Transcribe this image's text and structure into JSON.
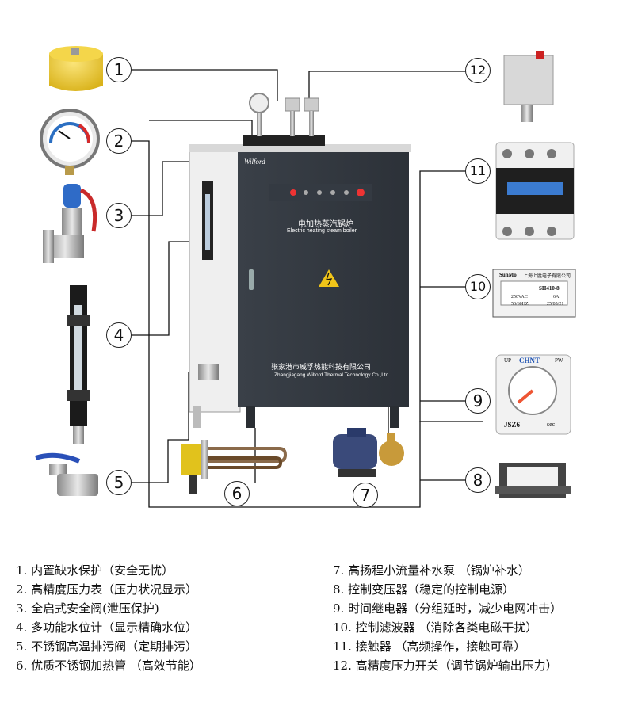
{
  "boiler": {
    "title_cn": "电加热蒸汽锅炉",
    "title_en": "Electric heating steam boiler",
    "company_cn": "张家港市威孚热能科技有限公司",
    "company_en": "Zhangjiagang Wilford Thermal Technology Co.,Ltd",
    "brand": "Wilford"
  },
  "callouts": [
    "1",
    "2",
    "3",
    "4",
    "5",
    "6",
    "7",
    "8",
    "9",
    "10",
    "11",
    "12"
  ],
  "device_labels": {
    "filter_brand": "SunMo",
    "filter_company": "上海上胜电子有限公司",
    "filter_model": "SH410-8",
    "filter_specs": [
      "250VAC",
      "6A",
      "50/60HZ",
      "25/05/21"
    ],
    "timer_brand": "CHNT",
    "timer_model": "JSZ6",
    "timer_unit": "sec",
    "timer_marks": [
      "UP",
      "PW"
    ]
  },
  "legend": {
    "left": [
      "1. 内置缺水保护（安全无忧）",
      "2. 高精度压力表（压力状况显示）",
      "3. 全启式安全阀(泄压保护)",
      "4. 多功能水位计（显示精确水位）",
      "5. 不锈钢高温排污阀（定期排污）",
      "6. 优质不锈钢加热管 （高效节能）"
    ],
    "right": [
      "7. 高扬程小流量补水泵 （锅炉补水）",
      "8. 控制变压器（稳定的控制电源）",
      "9. 时间继电器（分组延时，减少电网冲击）",
      "10. 控制滤波器 （消除各类电磁干扰）",
      "11. 接触器 （高频操作，接触可靠）",
      "12. 高精度压力开关（调节锅炉输出压力）"
    ]
  }
}
